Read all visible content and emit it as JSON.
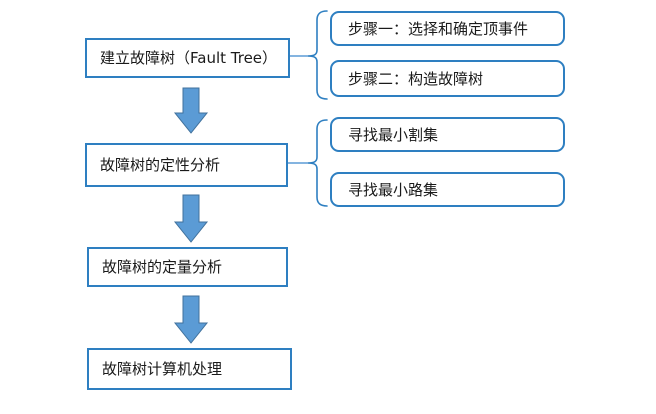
{
  "diagram": {
    "name": "fault-tree-analysis-flowchart",
    "background": "#ffffff",
    "colors": {
      "box_border": "#2E7FC1",
      "arrow_fill": "#5B9BD5",
      "arrow_outline": "#41719C",
      "connector": "#5B9BD5",
      "text": "#1a1a1a"
    },
    "main_steps": [
      {
        "label": "建立故障树（Fault Tree）"
      },
      {
        "label": "故障树的定性分析"
      },
      {
        "label": "故障树的定量分析"
      },
      {
        "label": "故障树计算机处理"
      }
    ],
    "substeps_build": [
      {
        "label": "步骤一：选择和确定顶事件"
      },
      {
        "label": "步骤二：构造故障树"
      }
    ],
    "substeps_qualitative": [
      {
        "label": "寻找最小割集"
      },
      {
        "label": "寻找最小路集"
      }
    ]
  }
}
